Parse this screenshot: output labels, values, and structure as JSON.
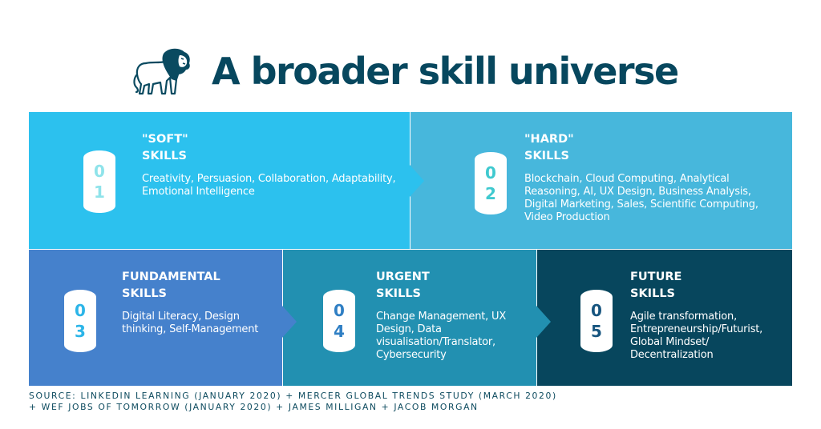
{
  "header": {
    "title": "A broader skill universe",
    "logo_icon": "lion-icon",
    "title_color": "#07475e"
  },
  "cards": [
    {
      "number_top": "0",
      "number_bottom": "1",
      "heading_line1": "\"SOFT\"",
      "heading_line2": "SKILLS",
      "description": "Creativity, Persuasion, Collaboration, Adaptability, Emotional Intelligence",
      "color": "#2cc1ee"
    },
    {
      "number_top": "0",
      "number_bottom": "2",
      "heading_line1": "\"HARD\"",
      "heading_line2": "SKILLS",
      "description": "Blockchain, Cloud Computing, Analytical Reasoning, AI, UX Design, Business Analysis, Digital Marketing, Sales, Scientific Computing, Video Production",
      "color": "#47b7dc"
    },
    {
      "number_top": "0",
      "number_bottom": "3",
      "heading_line1": "FUNDAMENTAL",
      "heading_line2": "SKILLS",
      "description": "Digital Literacy, Design thinking, Self-Management",
      "color": "#4581cc"
    },
    {
      "number_top": "0",
      "number_bottom": "4",
      "heading_line1": "URGENT",
      "heading_line2": "SKILLS",
      "description": "Change Management, UX Design, Data visualisation/Translator, Cybersecurity",
      "color": "#2290b1"
    },
    {
      "number_top": "0",
      "number_bottom": "5",
      "heading_line1": "FUTURE",
      "heading_line2": "SKILLS",
      "description": "Agile transformation, Entrepreneurship/Futurist, Global Mindset/ Decentralization",
      "color": "#07465d"
    }
  ],
  "footer": {
    "source_line1": "SOURCE: LINKEDIN LEARNING (JANUARY 2020) + MERCER GLOBAL TRENDS STUDY (MARCH 2020)",
    "source_line2": "+ WEF JOBS OF TOMORROW (JANUARY 2020) + JAMES MILLIGAN + JACOB MORGAN"
  }
}
